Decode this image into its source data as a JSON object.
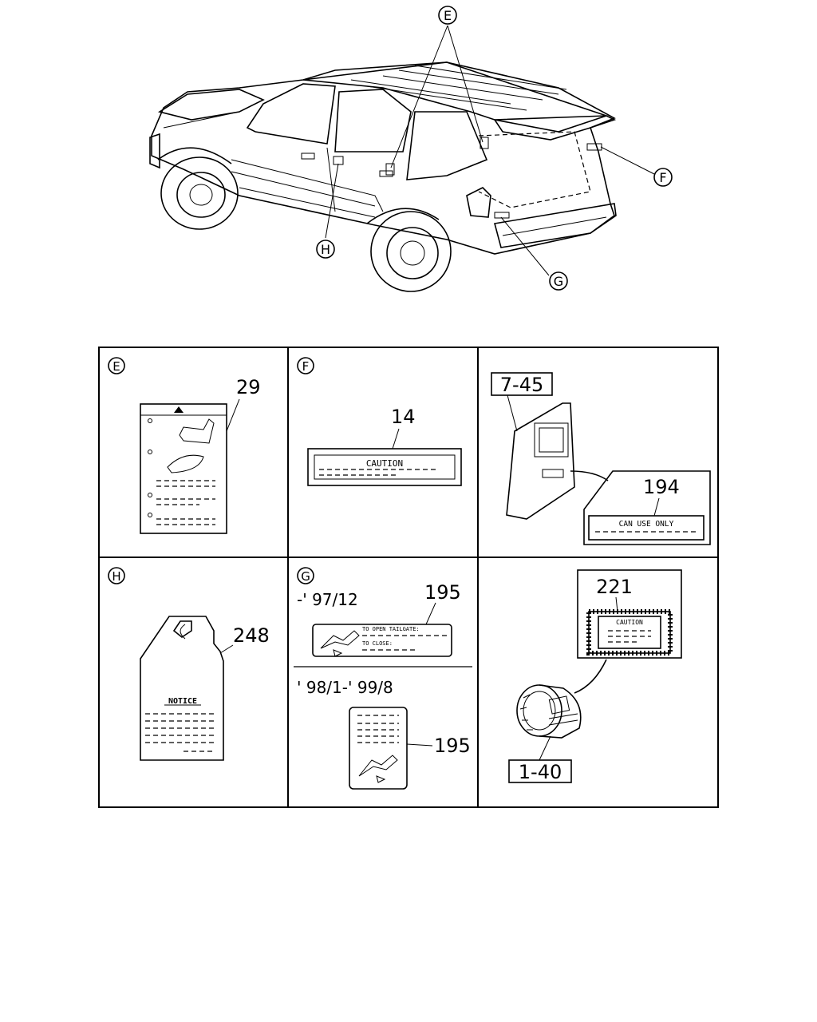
{
  "callouts": {
    "E": "E",
    "F": "F",
    "G": "G",
    "H": "H"
  },
  "panels": {
    "e": {
      "letter": "E",
      "part": "29"
    },
    "f": {
      "letter": "F",
      "part": "14",
      "label_text": "CAUTION"
    },
    "trim": {
      "ref": "7-45",
      "part": "194",
      "label_text": "CAN USE ONLY"
    },
    "h": {
      "letter": "H",
      "part": "248",
      "tag_text": "NOTICE"
    },
    "g": {
      "letter": "G",
      "range1": "-' 97/12",
      "part1": "195",
      "label_line1": "TO OPEN TAILGATE:",
      "label_line2": "TO CLOSE:",
      "range2": "' 98/1-' 99/8",
      "part2": "195"
    },
    "cap": {
      "part": "221",
      "label_text": "CAUTION",
      "ref": "1-40"
    }
  }
}
